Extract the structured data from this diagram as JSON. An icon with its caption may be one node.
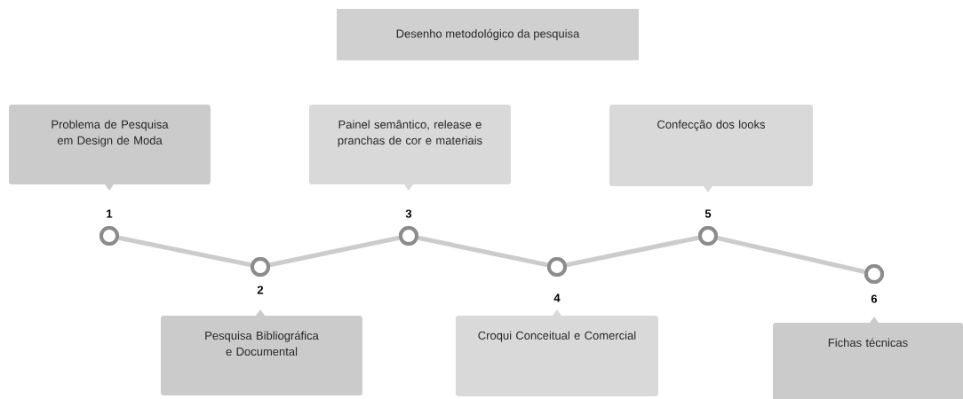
{
  "diagram": {
    "nodes": [
      {
        "text": [
          "Desenho metodológico da pesquisa"
        ]
      },
      {
        "text": [
          "Problema de Pesquisa em Design de Moda"
        ]
      },
      {
        "text": [
          "Pesquisa Bibliográfica e Documental"
        ]
      },
      {
        "text": [
          "Painel semântico, release e pranchas de cor e materiais"
        ]
      },
      {
        "text": [
          "Croqui Conceitual e Comercial"
        ]
      },
      {
        "text": [
          "Confecção dos looks"
        ]
      },
      {
        "text": [
          "Fichas técnicas"
        ]
      },
      {
        "text": [],
        "shape": "circle"
      },
      {
        "text": [],
        "shape": "circle"
      },
      {
        "text": [],
        "shape": "circle"
      },
      {
        "text": [],
        "shape": "circle"
      },
      {
        "text": [],
        "shape": "circle"
      },
      {
        "text": [],
        "shape": "circle"
      }
    ],
    "labels": [
      "1",
      "2",
      "3",
      "4",
      "5",
      "6"
    ],
    "edges": [
      {
        "from": 7,
        "to": 8,
        "arrow": "none"
      },
      {
        "from": 8,
        "to": 9,
        "arrow": "none"
      },
      {
        "from": 9,
        "to": 10,
        "arrow": "none"
      },
      {
        "from": 10,
        "to": 11,
        "arrow": "none"
      },
      {
        "from": 11,
        "to": 12,
        "arrow": "none"
      }
    ]
  }
}
